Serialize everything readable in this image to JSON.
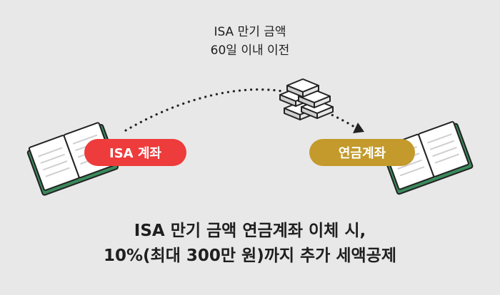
{
  "transfer_note": {
    "line1": "ISA 만기 금액",
    "line2": "60일 이내 이전"
  },
  "accounts": {
    "source_label": "ISA 계좌",
    "target_label": "연금계좌"
  },
  "summary": {
    "line1": "ISA 만기 금액 연금계좌 이체 시,",
    "line2": "10%(최대 300만 원)까지 추가 세액공제"
  },
  "icons": {
    "source": "passbook-icon",
    "money": "cash-stack-icon",
    "target": "passbook-icon"
  },
  "colors": {
    "isa_pill": "#ee3b3b",
    "pension_pill": "#c39a2b",
    "background": "#e8e8e8",
    "book_edge": "#3a8a5c"
  }
}
